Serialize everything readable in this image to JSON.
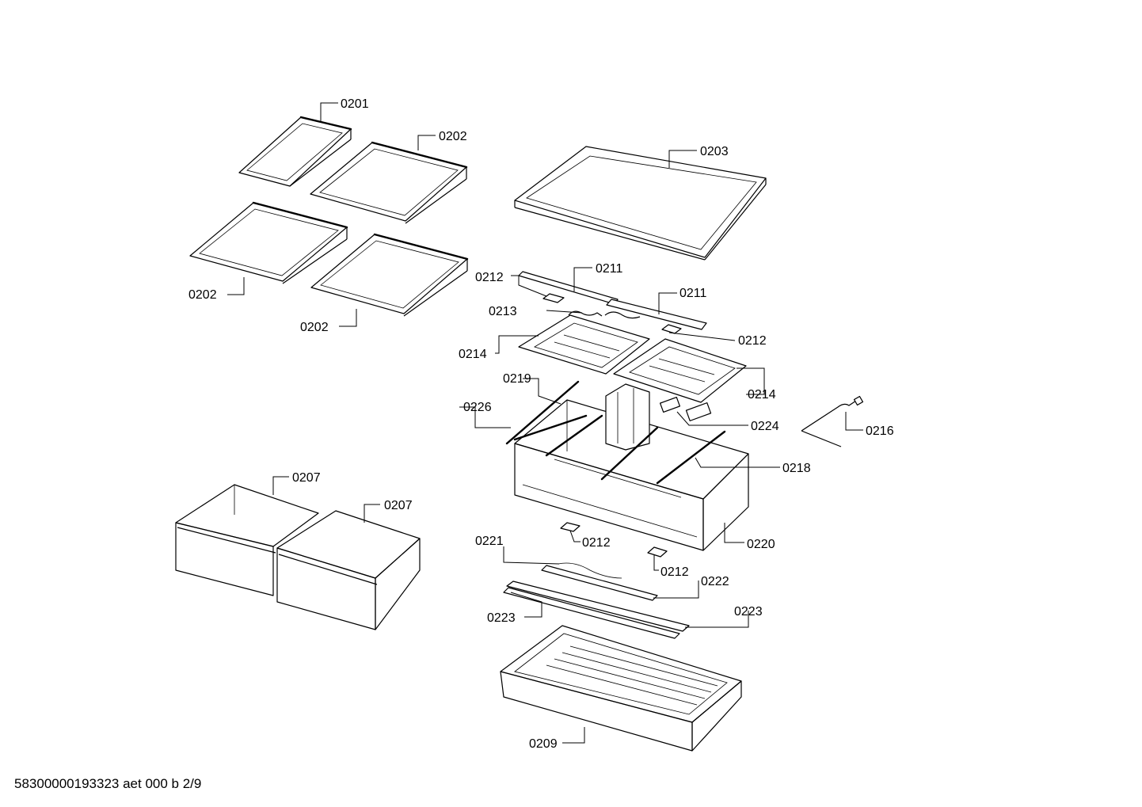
{
  "callouts": {
    "c0201": "0201",
    "c0202a": "0202",
    "c0202b": "0202",
    "c0202c": "0202",
    "c0203": "0203",
    "c0211a": "0211",
    "c0211b": "0211",
    "c0212a": "0212",
    "c0212b": "0212",
    "c0212c": "0212",
    "c0212d": "0212",
    "c0213": "0213",
    "c0214a": "0214",
    "c0214b": "0214",
    "c0219": "0219",
    "c0226": "0226",
    "c0224": "0224",
    "c0216": "0216",
    "c0218": "0218",
    "c0207a": "0207",
    "c0207b": "0207",
    "c0220": "0220",
    "c0221": "0221",
    "c0222": "0222",
    "c0223a": "0223",
    "c0223b": "0223",
    "c0209": "0209"
  },
  "footer": {
    "document_id": "58300000193323 aet 000 b 2/9"
  }
}
